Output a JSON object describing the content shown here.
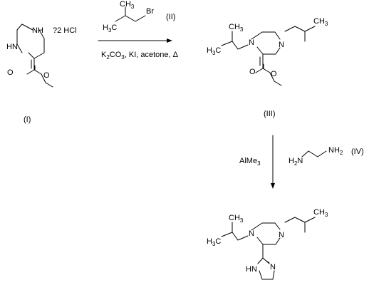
{
  "reactant_I": {
    "label": "(I)",
    "nh": "NH",
    "hn": "HN",
    "o1": "O",
    "o2": "O",
    "salt": "?2 HCl"
  },
  "reactant_II": {
    "label": "(II)",
    "h3c": "H",
    "h3c_sub": "3",
    "h3c_c": "C",
    "ch3": "CH",
    "ch3_sub": "3",
    "br": "Br"
  },
  "step1": {
    "conditions_pre": "K",
    "k_sub": "2",
    "conditions_mid": "CO",
    "co_sub": "3",
    "conditions_post": ", KI, acetone, Δ"
  },
  "product_III": {
    "label": "(III)",
    "n1": "N",
    "n2": "N",
    "o1": "O",
    "o2": "O",
    "ch3_top": "CH",
    "ch3_top_sub": "3",
    "h3c_left_h": "H",
    "h3c_left_sub": "3",
    "h3c_left_c": "C",
    "ch3_right": "CH",
    "ch3_right_sub": "3"
  },
  "step2": {
    "reagent_pre": "AlMe",
    "reagent_sub": "3",
    "diamine_left_h": "H",
    "diamine_left_sub": "2",
    "diamine_left_n": "N",
    "diamine_right_nh": "NH",
    "diamine_right_sub": "2",
    "label": "(IV)"
  },
  "product_final": {
    "n1": "N",
    "n2": "N",
    "n3": "N",
    "hn": "HN",
    "ch3_top": "CH",
    "ch3_top_sub": "3",
    "h3c_left_h": "H",
    "h3c_left_sub": "3",
    "h3c_left_c": "C",
    "ch3_right": "CH",
    "ch3_right_sub": "3"
  }
}
